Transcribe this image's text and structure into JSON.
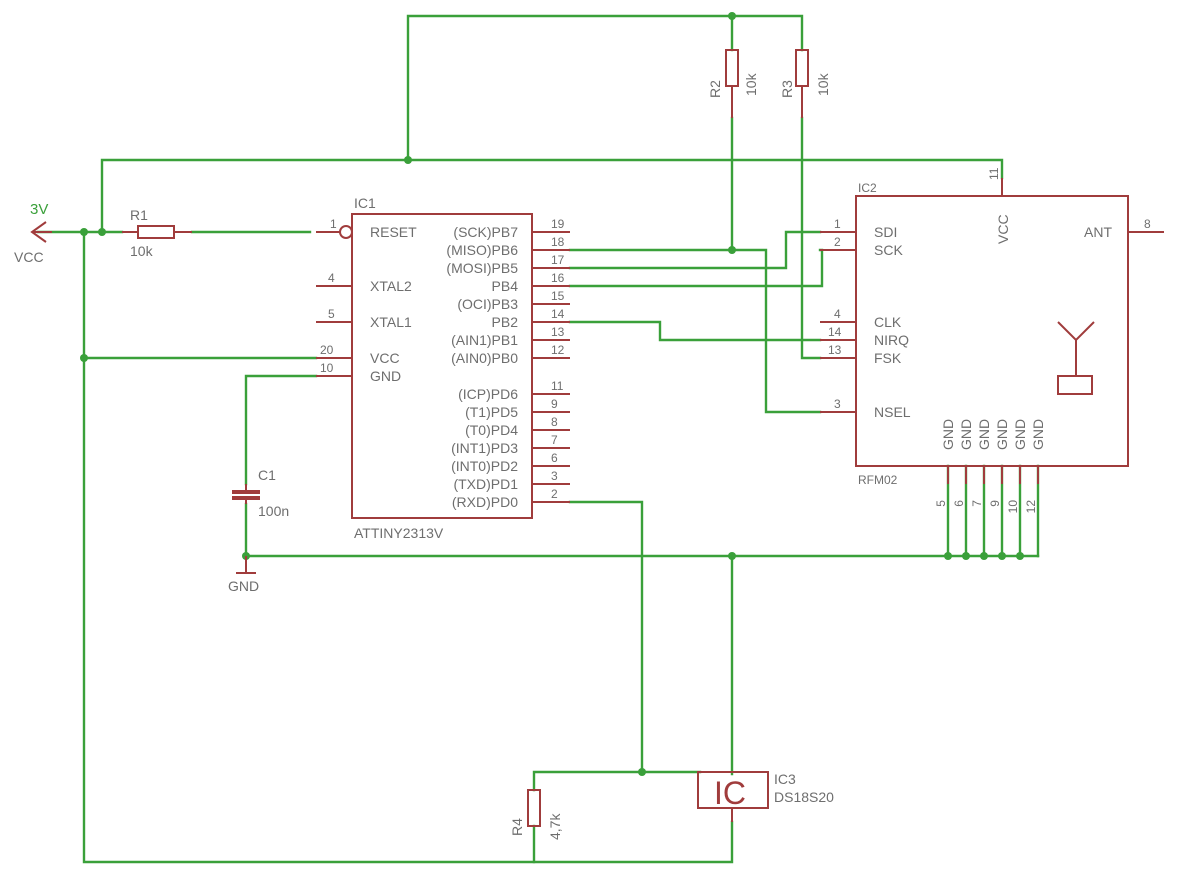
{
  "colors": {
    "wire": "#3aa03a",
    "part": "#a03c3c",
    "text": "#6e6e6e"
  },
  "power": {
    "net": "3V",
    "symbol": "VCC"
  },
  "gnd": {
    "symbol": "GND"
  },
  "r1": {
    "name": "R1",
    "value": "10k"
  },
  "r2": {
    "name": "R2",
    "value": "10k"
  },
  "r3": {
    "name": "R3",
    "value": "10k"
  },
  "r4": {
    "name": "R4",
    "value": "4,7k"
  },
  "c1": {
    "name": "C1",
    "value": "100n"
  },
  "ic1": {
    "name": "IC1",
    "part": "ATTINY2313V",
    "left_pins": [
      {
        "num": "1",
        "label": "RESET"
      },
      {
        "num": "4",
        "label": "XTAL2"
      },
      {
        "num": "5",
        "label": "XTAL1"
      },
      {
        "num": "20",
        "label": "VCC"
      },
      {
        "num": "10",
        "label": "GND"
      }
    ],
    "right_pins": [
      {
        "num": "19",
        "label": "(SCK)PB7"
      },
      {
        "num": "18",
        "label": "(MISO)PB6"
      },
      {
        "num": "17",
        "label": "(MOSI)PB5"
      },
      {
        "num": "16",
        "label": "PB4"
      },
      {
        "num": "15",
        "label": "(OCI)PB3"
      },
      {
        "num": "14",
        "label": "PB2"
      },
      {
        "num": "13",
        "label": "(AIN1)PB1"
      },
      {
        "num": "12",
        "label": "(AIN0)PB0"
      },
      {
        "num": "11",
        "label": "(ICP)PD6"
      },
      {
        "num": "9",
        "label": "(T1)PD5"
      },
      {
        "num": "8",
        "label": "(T0)PD4"
      },
      {
        "num": "7",
        "label": "(INT1)PD3"
      },
      {
        "num": "6",
        "label": "(INT0)PD2"
      },
      {
        "num": "3",
        "label": "(TXD)PD1"
      },
      {
        "num": "2",
        "label": "(RXD)PD0"
      }
    ]
  },
  "ic2": {
    "name": "IC2",
    "part": "RFM02",
    "vcc": {
      "num": "11",
      "label": "VCC"
    },
    "ant": {
      "num": "8",
      "label": "ANT"
    },
    "left_pins": [
      {
        "num": "1",
        "label": "SDI"
      },
      {
        "num": "2",
        "label": "SCK"
      },
      {
        "num": "4",
        "label": "CLK"
      },
      {
        "num": "14",
        "label": "NIRQ"
      },
      {
        "num": "13",
        "label": "FSK"
      },
      {
        "num": "3",
        "label": "NSEL"
      }
    ],
    "gnd_pins": [
      {
        "num": "5",
        "label": "GND"
      },
      {
        "num": "6",
        "label": "GND"
      },
      {
        "num": "7",
        "label": "GND"
      },
      {
        "num": "9",
        "label": "GND"
      },
      {
        "num": "10",
        "label": "GND"
      },
      {
        "num": "12",
        "label": "GND"
      }
    ]
  },
  "ic3": {
    "name": "IC3",
    "part": "DS18S20",
    "symbol": "IC"
  }
}
